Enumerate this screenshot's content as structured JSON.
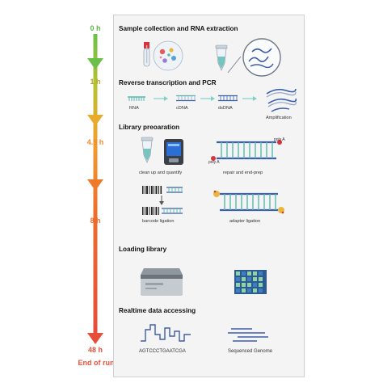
{
  "timeline": {
    "points": [
      {
        "label": "0 h",
        "color": "#58b947"
      },
      {
        "label": "1 h",
        "color": "#b5c22f"
      },
      {
        "label": "4.5 h",
        "color": "#f2922e"
      },
      {
        "label": "8 h",
        "color": "#ee6a2a"
      },
      {
        "label": "48 h",
        "color": "#e8503a"
      },
      {
        "label": "End of run",
        "color": "#e8503a"
      }
    ]
  },
  "sections": {
    "sample": {
      "title": "Sample collection and RNA extraction"
    },
    "rt": {
      "title": "Reverse transcription and PCR",
      "steps": [
        "RNA",
        "cDNA",
        "dsDNA",
        "Amplification"
      ]
    },
    "library": {
      "title": "Library preoaration",
      "cleanup": "clean up and quantify",
      "repair": "repair and end-prep",
      "barcode": "barcode ligation",
      "adapter": "adapter ligation",
      "polya_top": "poly A",
      "polya_left": "poly A"
    },
    "loading": {
      "title": "Loading library"
    },
    "realtime": {
      "title": "Realtime data accessing",
      "sequence": "AGTCCCTGAATCGA",
      "genome": "Sequenced Genome"
    }
  },
  "colors": {
    "dna_blue": "#3d5ea8",
    "teal": "#57b8b2",
    "adapter_yellow": "#e6b640",
    "marker_red": "#d9323b"
  }
}
